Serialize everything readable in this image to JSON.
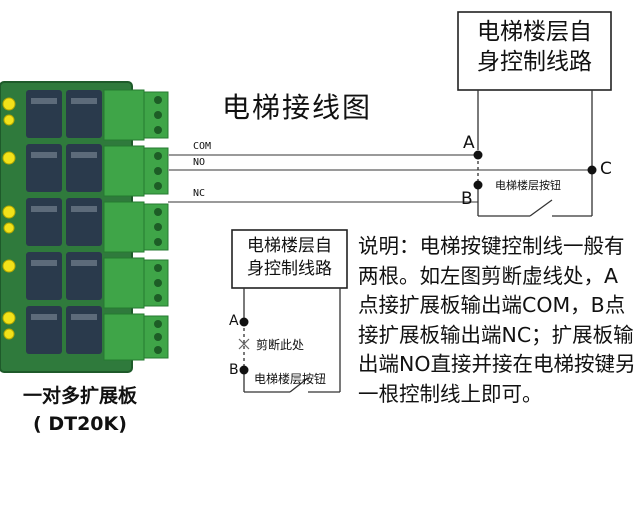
{
  "title": "电梯接线图",
  "top_box": {
    "line1": "电梯楼层自",
    "line2": "身控制线路"
  },
  "small_box": {
    "line1": "电梯楼层自",
    "line2": "身控制线路"
  },
  "wires": {
    "com": "COM",
    "no": "NO",
    "nc": "NC"
  },
  "points": {
    "a": "A",
    "b": "B",
    "c": "C",
    "a2": "A",
    "b2": "B"
  },
  "button_label": "电梯楼层按钮",
  "button_label_small": "电梯楼层按钮",
  "cut_label": "剪断此处",
  "description": "说明：电梯按键控制线一般有两根。如左图剪断虚线处，A点接扩展板输出端COM，B点接扩展板输出端NC；扩展板输出端NO直接并接在电梯按键另一根控制线上即可。",
  "board": {
    "name": "一对多扩展板",
    "model": "( DT20K)"
  },
  "colors": {
    "pcb": "#2f7a3c",
    "relay": "#2a3a4c",
    "terminal": "#3fa548",
    "led": "#f2e21a",
    "wire": "#9a9a9a"
  }
}
